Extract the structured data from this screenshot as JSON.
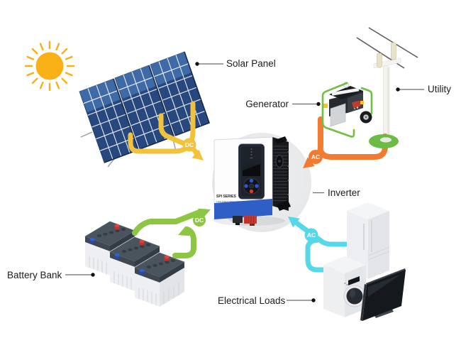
{
  "diagram": {
    "type": "solar-power-system-diagram",
    "labels": {
      "solar_panel": "Solar Panel",
      "generator": "Generator",
      "utility": "Utility",
      "inverter": "Inverter",
      "battery_bank": "Battery Bank",
      "electrical_loads": "Electrical Loads"
    },
    "flow_badges": {
      "solar_to_inverter": "DC",
      "generator_utility_to_inverter": "AC",
      "battery_to_inverter": "DC",
      "inverter_to_loads": "AC"
    },
    "inverter_device": {
      "series": "SPI SERIES",
      "subtitle": "LOW FREQUENCY SOLAR INVERTER"
    },
    "components": [
      "sun",
      "solar-panel-array",
      "utility-pole",
      "generator",
      "inverter",
      "battery-bank",
      "refrigerator",
      "washing-machine",
      "television"
    ],
    "colors": {
      "dc_solar_wire": "#F3C23C",
      "ac_grid_wire": "#F37A31",
      "dc_battery_wire": "#8CC643",
      "ac_load_wire": "#55D8E9",
      "sun": "#F9AE16",
      "panel_blue": "#26487F",
      "inverter_blue": "#2E5EC6",
      "utility_base_green": "#6CBB45"
    }
  }
}
